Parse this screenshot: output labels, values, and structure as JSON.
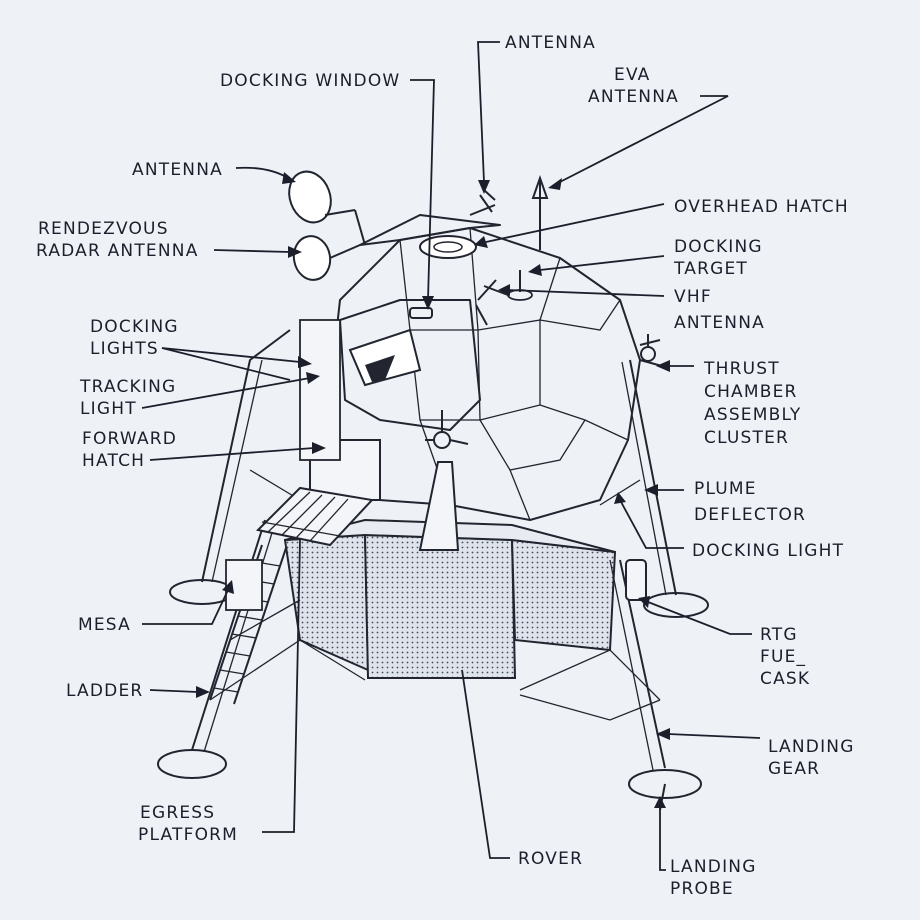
{
  "title": "",
  "colors": {
    "background": "#eef1f6",
    "ink": "#1c1f2b",
    "stipple": "#c9d0dc"
  },
  "labels": {
    "antenna_top": "ANTENNA",
    "docking_window": "DOCKING WINDOW",
    "eva_antenna": [
      "EVA",
      "ANTENNA"
    ],
    "antenna_left": "ANTENNA",
    "rendezvous_radar_antenna": [
      "RENDEZVOUS",
      "RADAR ANTENNA"
    ],
    "overhead_hatch": "OVERHEAD HATCH",
    "docking_target": [
      "DOCKING",
      "TARGET"
    ],
    "vhf_antenna": [
      "VHF",
      "ANTENNA"
    ],
    "docking_lights": [
      "DOCKING",
      "LIGHTS"
    ],
    "tracking_light": [
      "TRACKING",
      "LIGHT"
    ],
    "forward_hatch": [
      "FORWARD",
      "HATCH"
    ],
    "thrust_chamber": [
      "THRUST",
      "CHAMBER",
      "ASSEMBLY",
      "CLUSTER"
    ],
    "plume_deflector": [
      "PLUME",
      "DEFLECTOR"
    ],
    "docking_light": "DOCKING LIGHT",
    "mesa": "MESA",
    "rtg_fuel_cask": [
      "RTG",
      "FUE_",
      "CASK"
    ],
    "ladder": "LADDER",
    "landing_gear": [
      "LANDING",
      "GEAR"
    ],
    "egress_platform": [
      "EGRESS",
      "PLATFORM"
    ],
    "rover": "ROVER",
    "landing_probe": [
      "LANDING",
      "PROBE"
    ]
  }
}
